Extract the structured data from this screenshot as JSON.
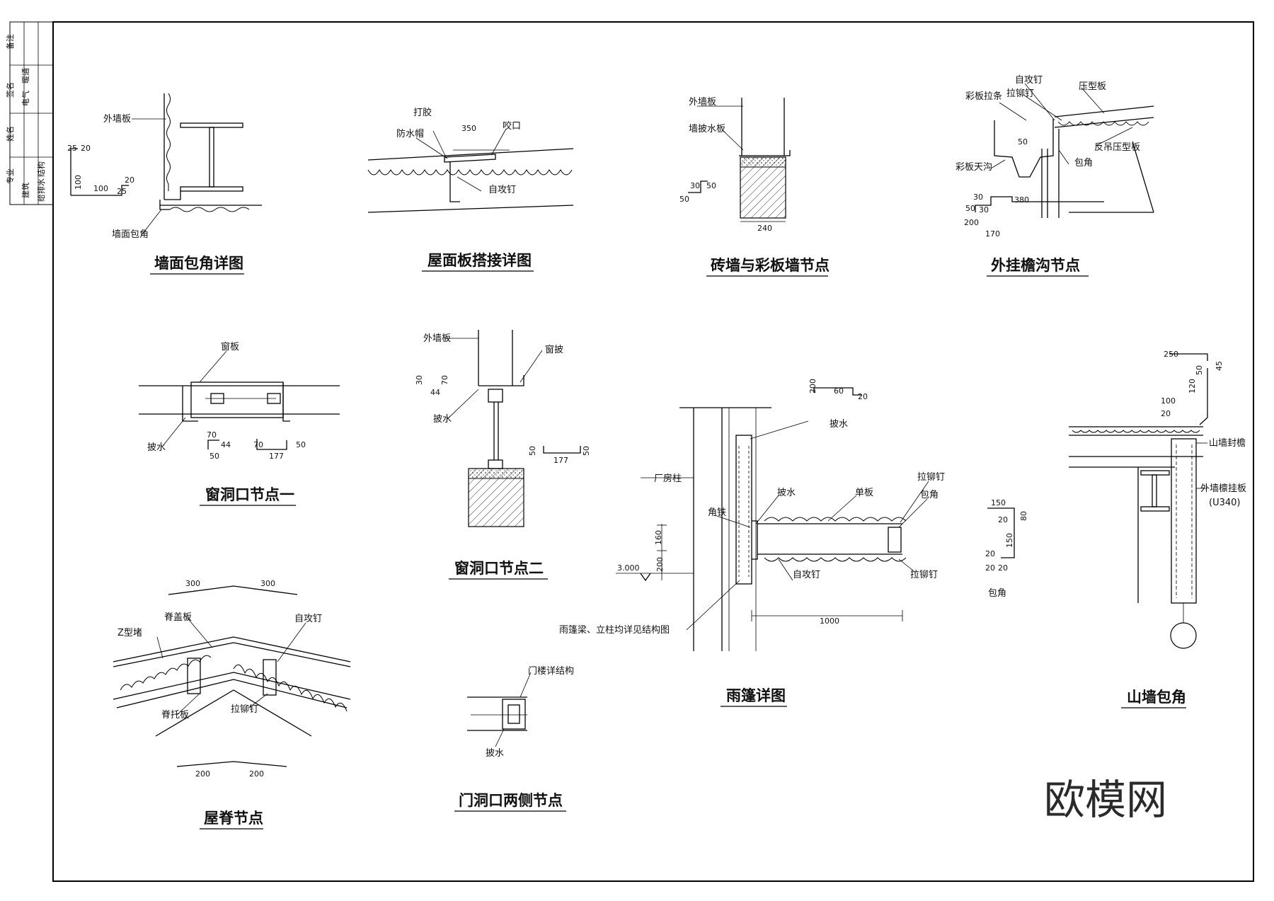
{
  "watermark": "欧模网",
  "title_block": {
    "columns": [
      "专业",
      "姓名",
      "签名",
      "备注"
    ],
    "rows": [
      "建筑",
      "结构",
      "给排水",
      "电气",
      "暖通"
    ]
  },
  "details": {
    "wall_corner": {
      "title": "墙面包角详图",
      "labels": {
        "outer_panel": "外墙板",
        "corner_trim": "墙面包角"
      },
      "dims": [
        "25",
        "20",
        "100",
        "100",
        "25",
        "20"
      ]
    },
    "roof_lap": {
      "title": "屋面板搭接详图",
      "labels": {
        "glue": "打胶",
        "cap": "防水帽",
        "bite": "咬口",
        "screw": "自攻钉"
      },
      "dims": [
        "350"
      ]
    },
    "brick_wall": {
      "title": "砖墙与彩板墙节点",
      "labels": {
        "outer_panel": "外墙板",
        "flashing": "墙披水板"
      },
      "dims": [
        "50",
        "30",
        "50",
        "240"
      ]
    },
    "gutter": {
      "title": "外挂檐沟节点",
      "labels": {
        "screw": "自攻钉",
        "strap": "彩板拉条",
        "rivet": "拉铆钉",
        "deck": "压型板",
        "reverse": "反吊压型板",
        "corner": "包角",
        "gutter": "彩板天沟"
      },
      "dims": [
        "50",
        "30",
        "380",
        "50",
        "30",
        "200",
        "170"
      ]
    },
    "window1": {
      "title": "窗洞口节点一",
      "labels": {
        "window_board": "窗板",
        "drip": "披水"
      },
      "dims": [
        "70",
        "44",
        "50",
        "70",
        "177",
        "50"
      ]
    },
    "window2": {
      "title": "窗洞口节点二",
      "labels": {
        "outer_panel": "外墙板",
        "window_drip": "窗披",
        "drip": "披水"
      },
      "dims": [
        "30",
        "44",
        "70",
        "50",
        "177",
        "50"
      ]
    },
    "canopy": {
      "title": "雨篷详图",
      "labels": {
        "drip_top": "披水",
        "column": "厂房柱",
        "angle": "角铁",
        "drip": "披水",
        "single": "单板",
        "rivet_top": "拉铆钉",
        "corner": "包角",
        "screw": "自攻钉",
        "rivet_bottom": "拉铆钉",
        "note": "雨篷梁、立柱均详见结构图"
      },
      "dims": [
        "200",
        "60",
        "20",
        "160",
        "200",
        "3.000",
        "1000"
      ]
    },
    "corner_piece": {
      "labels": {
        "corner": "包角"
      },
      "dims": [
        "150",
        "20",
        "80",
        "150",
        "20",
        "20",
        "20"
      ]
    },
    "gable": {
      "title": "山墙包角",
      "labels": {
        "eave": "山墙封檐",
        "girt": "外墙檩挂板",
        "girt_code": "(U340)"
      },
      "dims": [
        "250",
        "50",
        "45",
        "100",
        "120",
        "20"
      ]
    },
    "ridge": {
      "title": "屋脊节点",
      "labels": {
        "z_purlin": "Z型堵",
        "ridge_cap": "脊盖板",
        "screw": "自攻钉",
        "ridge_support": "脊托板",
        "rivet": "拉铆钉"
      },
      "dims": [
        "300",
        "300",
        "200",
        "200"
      ]
    },
    "door": {
      "title": "门洞口两侧节点",
      "labels": {
        "lintel": "门楼详结构",
        "drip": "披水"
      },
      "dims": []
    }
  }
}
